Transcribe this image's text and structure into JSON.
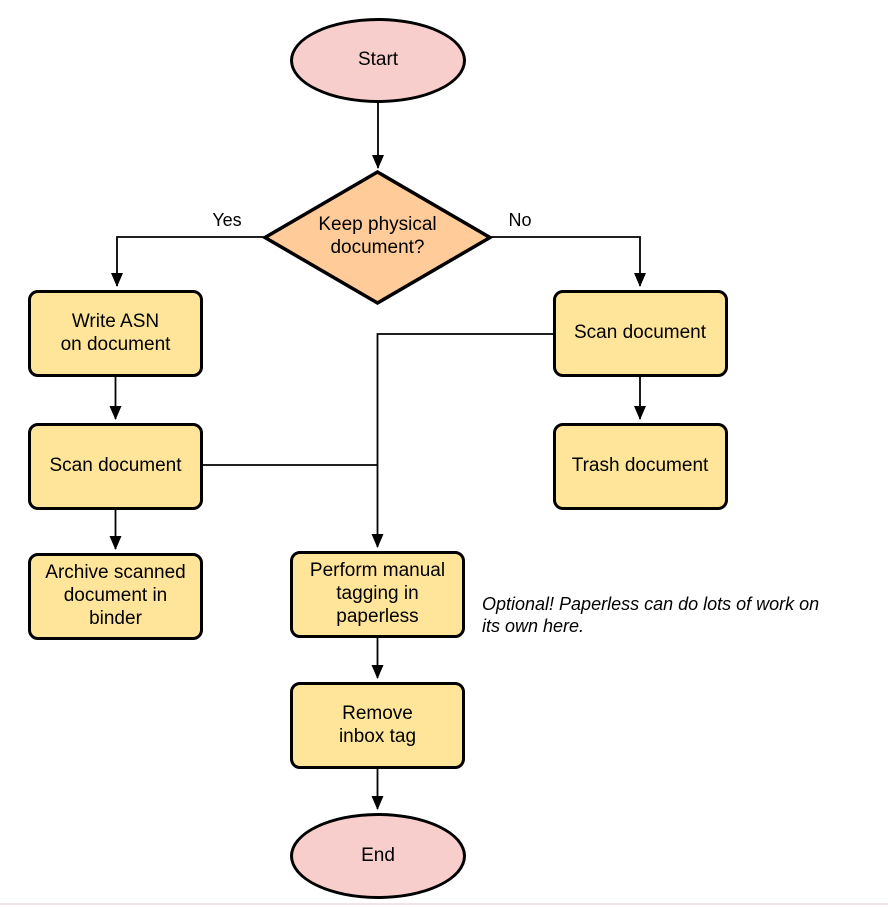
{
  "colors": {
    "background": "#FFFFFF",
    "terminal_fill": "#F8CECC",
    "decision_fill": "#FFCC99",
    "process_fill": "#FFE599",
    "stroke": "#000000",
    "text": "#000000",
    "bottom_rule": "#F2E4E4"
  },
  "nodes": {
    "start": "Start",
    "decision": "Keep physical\ndocument?",
    "write_asn": "Write ASN\non document",
    "scan_left": "Scan document",
    "archive": "Archive scanned\ndocument in\nbinder",
    "scan_right": "Scan document",
    "trash": "Trash document",
    "tagging": "Perform manual\ntagging in\npaperless",
    "remove_inbox": "Remove\ninbox tag",
    "end": "End"
  },
  "edge_labels": {
    "yes": "Yes",
    "no": "No"
  },
  "annotation": "Optional! Paperless can do lots of work on\nits own here."
}
